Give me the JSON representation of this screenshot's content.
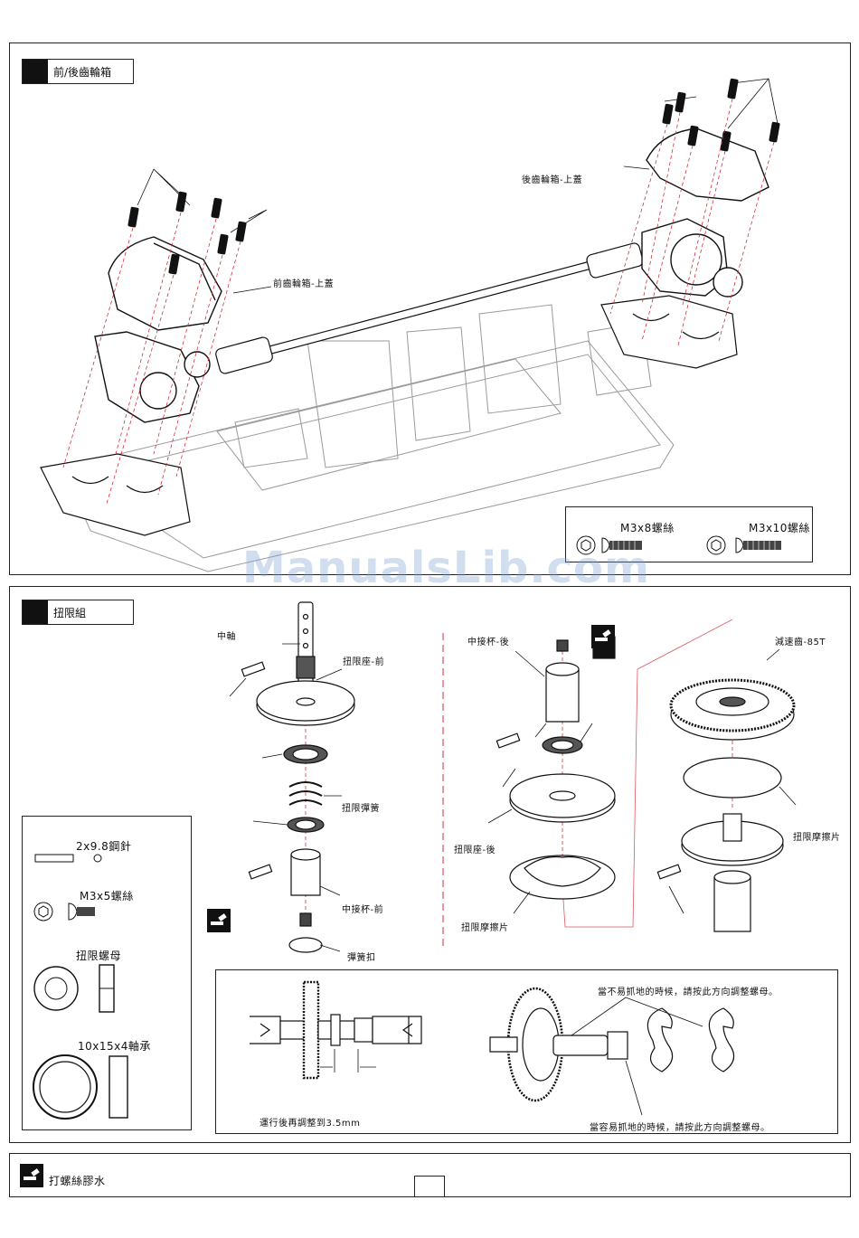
{
  "section1": {
    "title": "前/後齒輪箱",
    "label_front_cover": "前齒輪箱-上蓋",
    "label_rear_cover": "後齒輪箱-上蓋",
    "parts": {
      "m3x8": "M3x8螺絲",
      "m3x10": "M3x10螺絲"
    }
  },
  "section2": {
    "title": "扭限組",
    "labels": {
      "center_shaft": "中軸",
      "slipper_seat_front": "扭限座-前",
      "slipper_spring": "扭限彈簧",
      "center_cup_front": "中接杯-前",
      "spring_clip": "彈簧扣",
      "center_cup_rear": "中接杯-後",
      "slipper_seat_rear": "扭限座-後",
      "friction_pad_left": "扭限摩擦片",
      "spur_gear": "減速齒-85T",
      "friction_pad_right": "扭限摩擦片"
    },
    "parts": {
      "pin": "2x9.8鋼針",
      "m3x5": "M3x5螺絲",
      "slipper_nut": "扭限螺母",
      "bearing": "10x15x4軸承"
    },
    "adjust": {
      "gap_note": "運行後再調整到3.5mm",
      "tighten_note": "當不易抓地的時候，請按此方向調整螺母。",
      "loosen_note": "當容易抓地的時候，請按此方向調整螺母。"
    }
  },
  "footer": {
    "glue_label": "打螺絲膠水"
  },
  "watermark": "ManualsLib.com"
}
